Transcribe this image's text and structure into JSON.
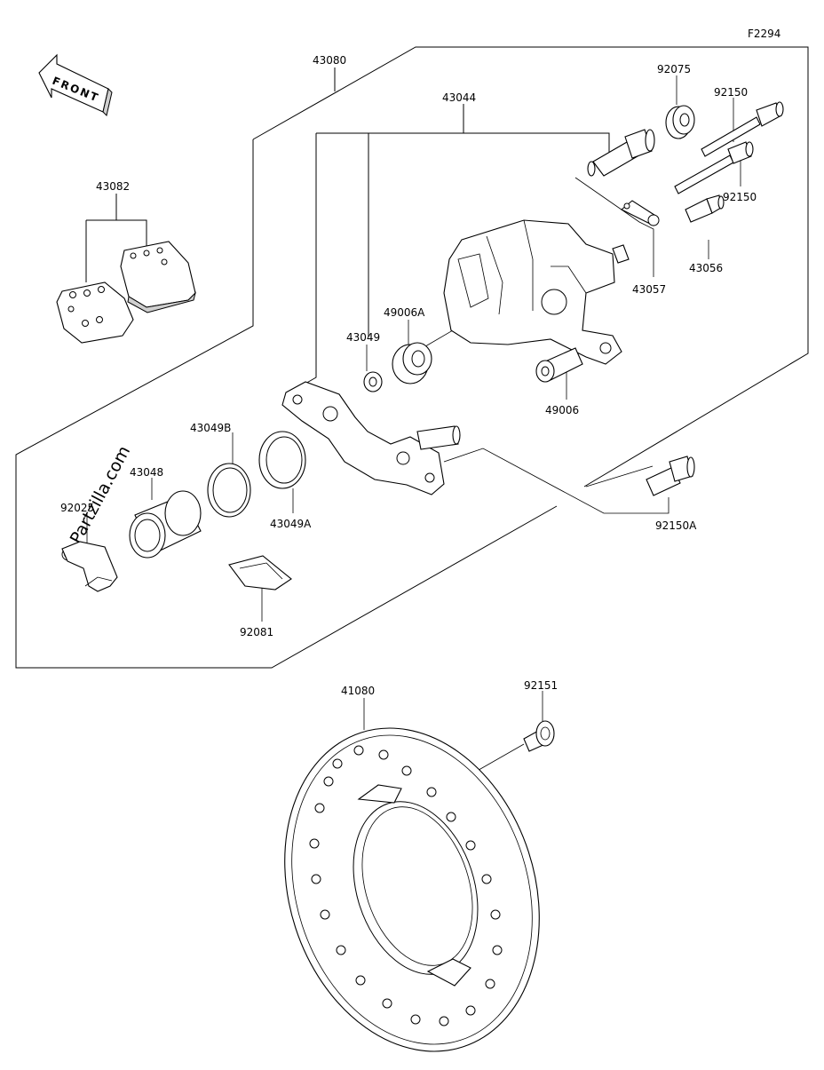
{
  "diagram_id": "F2294",
  "front_label": "FRONT",
  "watermark": "© Partzilla.com",
  "parts": {
    "p43080": "43080",
    "p43044": "43044",
    "p92075": "92075",
    "p92150_top": "92150",
    "p92150_mid": "92150",
    "p43082": "43082",
    "p43056": "43056",
    "p43057": "43057",
    "p49006A": "49006A",
    "p43049": "43049",
    "p49006": "49006",
    "p43049B": "43049B",
    "p43048": "43048",
    "p92025": "92025",
    "p43049A": "43049A",
    "p92150A": "92150A",
    "p92081": "92081",
    "p41080": "41080",
    "p92151": "92151"
  }
}
